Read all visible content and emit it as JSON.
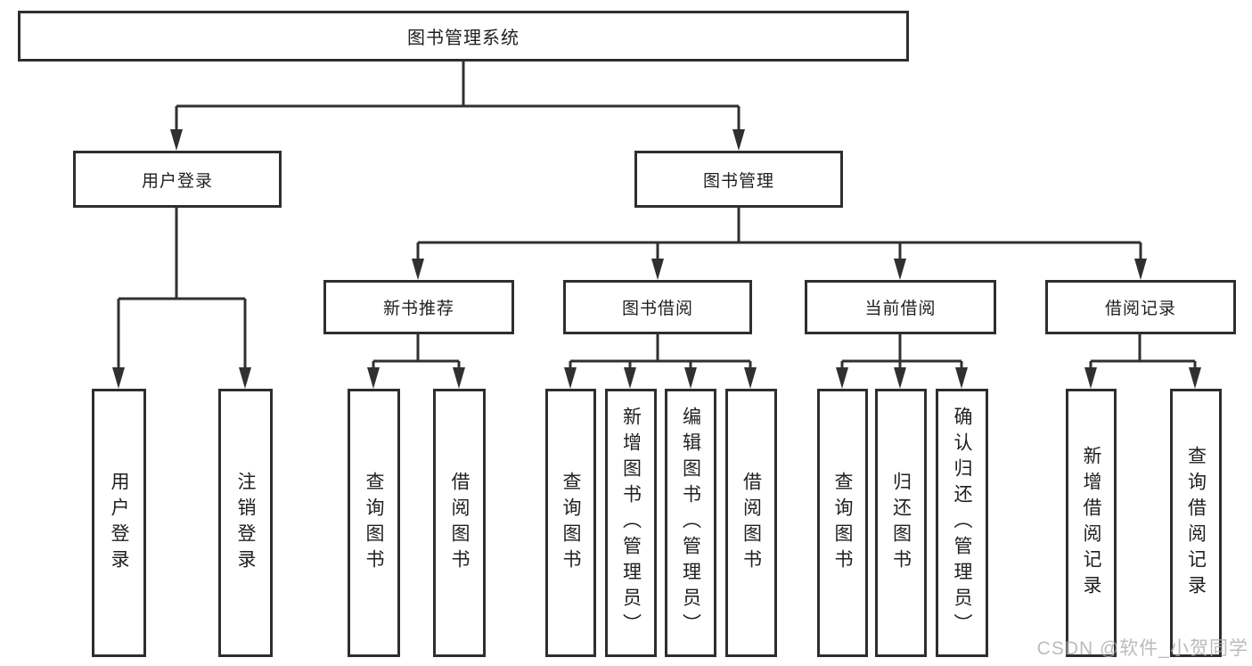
{
  "diagram": {
    "root": {
      "label": "图书管理系统",
      "children": [
        {
          "label": "用户登录",
          "children": [
            {
              "label": "用户登录"
            },
            {
              "label": "注销登录"
            }
          ]
        },
        {
          "label": "图书管理",
          "children": [
            {
              "label": "新书推荐",
              "children": [
                {
                  "label": "查询图书"
                },
                {
                  "label": "借阅图书"
                }
              ]
            },
            {
              "label": "图书借阅",
              "children": [
                {
                  "label": "查询图书"
                },
                {
                  "label": "新增图书（管理员）"
                },
                {
                  "label": "编辑图书（管理员）"
                },
                {
                  "label": "借阅图书"
                }
              ]
            },
            {
              "label": "当前借阅",
              "children": [
                {
                  "label": "查询图书"
                },
                {
                  "label": "归还图书"
                },
                {
                  "label": "确认归还（管理员）"
                }
              ]
            },
            {
              "label": "借阅记录",
              "children": [
                {
                  "label": "新增借阅记录"
                },
                {
                  "label": "查询借阅记录"
                }
              ]
            }
          ]
        }
      ]
    }
  },
  "watermark": {
    "text": "CSDN @软件_小贺同学"
  },
  "colors": {
    "line": "#303030",
    "box_border": "#2e2e2e",
    "text": "#1f1f1f",
    "background": "#ffffff",
    "watermark": "#ababab"
  }
}
